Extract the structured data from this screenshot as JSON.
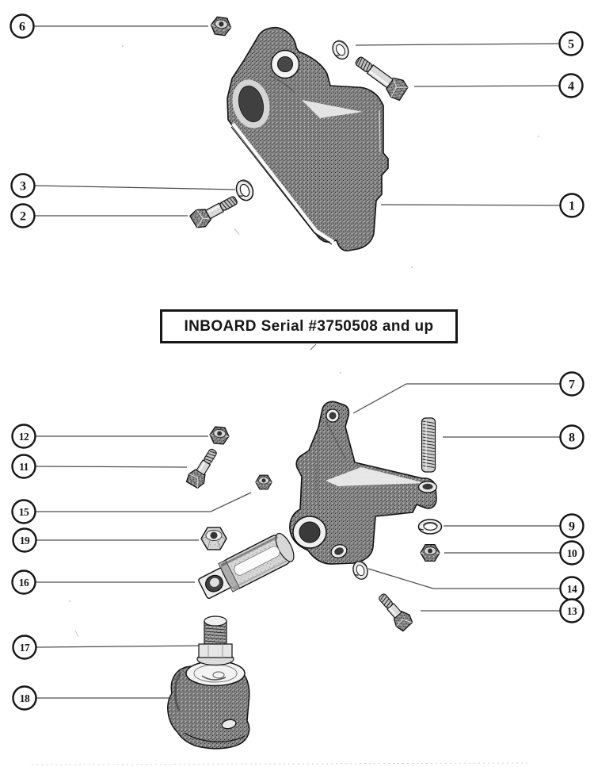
{
  "label_box": {
    "text": "INBOARD Serial #3750508 and up"
  },
  "callouts": {
    "c1": "1",
    "c2": "2",
    "c3": "3",
    "c4": "4",
    "c5": "5",
    "c6": "6",
    "c7": "7",
    "c8": "8",
    "c9": "9",
    "c10": "10",
    "c11": "11",
    "c12": "12",
    "c13": "13",
    "c14": "14",
    "c15": "15",
    "c16": "16",
    "c17": "17",
    "c18": "18",
    "c19": "19"
  }
}
